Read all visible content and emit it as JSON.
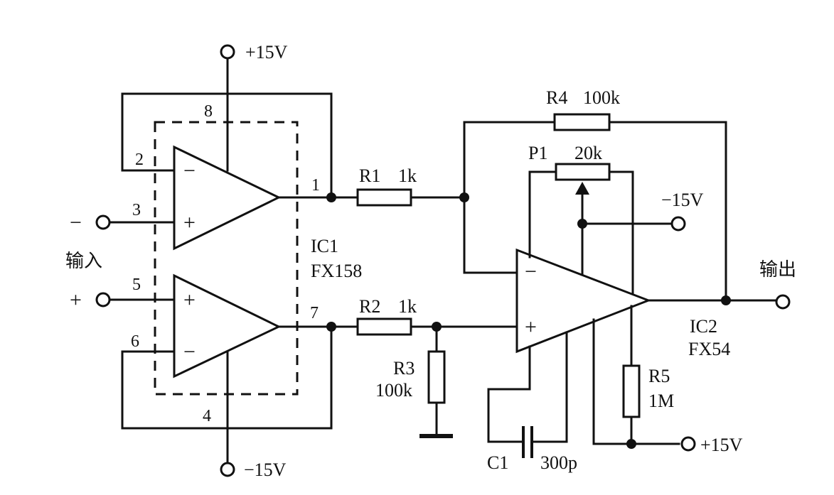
{
  "supply": {
    "pos": "+15V",
    "neg": "−15V",
    "neg_ic2": "−15V",
    "pos_ic2": "+15V"
  },
  "ic1": {
    "name": "IC1",
    "part": "FX158",
    "pins": {
      "p8": "8",
      "p2": "2",
      "p3": "3",
      "p1": "1",
      "p5": "5",
      "p6": "6",
      "p7": "7",
      "p4": "4"
    }
  },
  "ic2": {
    "name": "IC2",
    "part": "FX54"
  },
  "input": {
    "label": "输入",
    "minus": "−",
    "plus": "+"
  },
  "output": {
    "label": "输出"
  },
  "opamp_signs": {
    "minus": "−",
    "plus": "+"
  },
  "components": {
    "r1": {
      "ref": "R1",
      "value": "1k"
    },
    "r2": {
      "ref": "R2",
      "value": "1k"
    },
    "r3": {
      "ref": "R3",
      "value": "100k"
    },
    "r4": {
      "ref": "R4",
      "value": "100k"
    },
    "r5": {
      "ref": "R5",
      "value": "1M"
    },
    "p1": {
      "ref": "P1",
      "value": "20k"
    },
    "c1": {
      "ref": "C1",
      "value": "300p"
    }
  }
}
